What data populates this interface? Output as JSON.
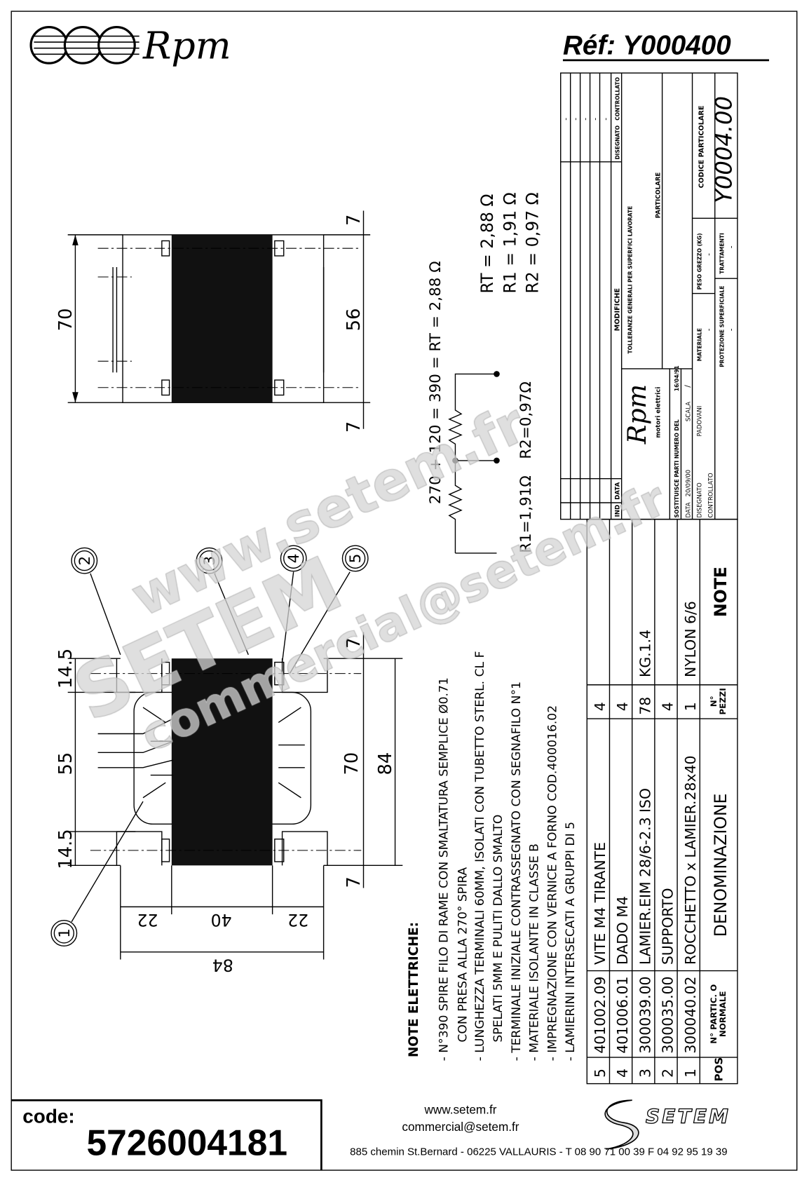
{
  "header": {
    "brand": "Rpm",
    "reference": "Réf:  Y000400"
  },
  "dimensions": {
    "top_height": "70",
    "top_inner": "56",
    "top_gap_upper": "7",
    "top_gap_lower": "7",
    "bottom_left_upper": "14.5",
    "bottom_left_middle": "55",
    "bottom_left_lower": "14.5",
    "bottom_inner": "70",
    "bottom_outer": "84",
    "bottom_gap_upper": "7",
    "bottom_gap_lower": "7",
    "width_left": "22",
    "width_mid": "40",
    "width_right": "22",
    "width_total": "84"
  },
  "callouts": [
    "1",
    "2",
    "3",
    "4",
    "5"
  ],
  "circuit": {
    "formula": "270 + 120 = 390 = RT = 2,88 Ω",
    "r1_label": "R1=1,91Ω",
    "r2_label": "R2=0,97Ω",
    "rt": "RT = 2,88 Ω",
    "r1": "R1 = 1,91 Ω",
    "r2": "R2 = 0,97 Ω"
  },
  "notes": {
    "title": "NOTE ELETTRICHE:",
    "lines": [
      "- N°390 SPIRE FILO DI RAME CON SMALTATURA SEMPLICE Ø0.71",
      "CON PRESA ALLA 270° SPIRA",
      "- LUNGHEZZA TERMINALI 60MM, ISOLATI CON TUBETTO STERL. CL F",
      "SPELATI 5MM E PULITI DALLO SMALTO",
      "- TERMINALE INIZIALE CONTRASSEGNATO CON SEGNAFILO N°1",
      "- MATERIALE ISOLANTE IN CLASSE B",
      "- IMPREGNAZIONE CON VERNICE A FORNO COD.400016.02",
      "- LAMIERINI INTERSECATI A GRUPPI DI 5"
    ]
  },
  "parts_table": {
    "headers": {
      "pos": "POS",
      "part_no": "N° PARTIC. O NORMALE",
      "name": "DENOMINAZIONE",
      "qty": "N° PEZZI",
      "note": "NOTE"
    },
    "rows": [
      {
        "pos": "5",
        "part_no": "401002.09",
        "name": "VITE M4 TIRANTE",
        "qty": "4",
        "note": ""
      },
      {
        "pos": "4",
        "part_no": "401006.01",
        "name": "DADO M4",
        "qty": "4",
        "note": ""
      },
      {
        "pos": "3",
        "part_no": "300039.00",
        "name": "LAMIER.EIM 28/6-2.3 ISO",
        "qty": "78",
        "note": "KG.1.4"
      },
      {
        "pos": "2",
        "part_no": "300035.00",
        "name": "SUPPORTO",
        "qty": "4",
        "note": ""
      },
      {
        "pos": "1",
        "part_no": "300040.02",
        "name": "ROCCHETTO x LAMIER.28x40",
        "qty": "1",
        "note": "NYLON 6/6"
      }
    ]
  },
  "title_block": {
    "ind": "IND",
    "data": "DATA",
    "modifiche": "MODIFICHE",
    "disegnato": "DISEGNATO",
    "controllato": "CONTROLLATO",
    "rev_marks": [
      "-",
      "-",
      "-",
      "-",
      "-"
    ],
    "logo_text": "Rpm",
    "logo_sub": "motori elettrici",
    "tolerances": "TOLLERANZE GENERALI PER SUPERFICI LAVORATE",
    "particolare": "PARTICOLARE",
    "sostituisce": "SOSTITUISCE PARTI NUMERO DEL",
    "sost_date": "16/04/91",
    "date_label": "DATA",
    "date_value": "20/09/00",
    "scala_label": "SCALA",
    "scala_value": "/",
    "disegnato_label": "DISEGNATO",
    "disegnato_value": "PADOVANI",
    "controllato_label": "CONTROLLATO",
    "materiale": "MATERIALE",
    "materiale_value": "-",
    "peso": "PESO GREZZO (KG)",
    "peso_value": "-",
    "protezione": "PROTEZIONE SUPERFICIALE",
    "protezione_value": "-",
    "trattamenti": "TRATTAMENTI",
    "trattamenti_value": "-",
    "codice_label": "CODICE PARTICOLARE",
    "codice_value": "Y0004.00"
  },
  "watermark": [
    "www.setem.fr",
    "SETEM",
    "commercial@setem.fr"
  ],
  "footer": {
    "code_label": "code:",
    "code_value": "5726004181",
    "website": "www.setem.fr",
    "email": "commercial@setem.fr",
    "company": "SETEM",
    "address": "885 chemin St.Bernard  -  06225 VALLAURIS  -  T 08 90 71 00 39   F 04 92 95 19 39"
  }
}
